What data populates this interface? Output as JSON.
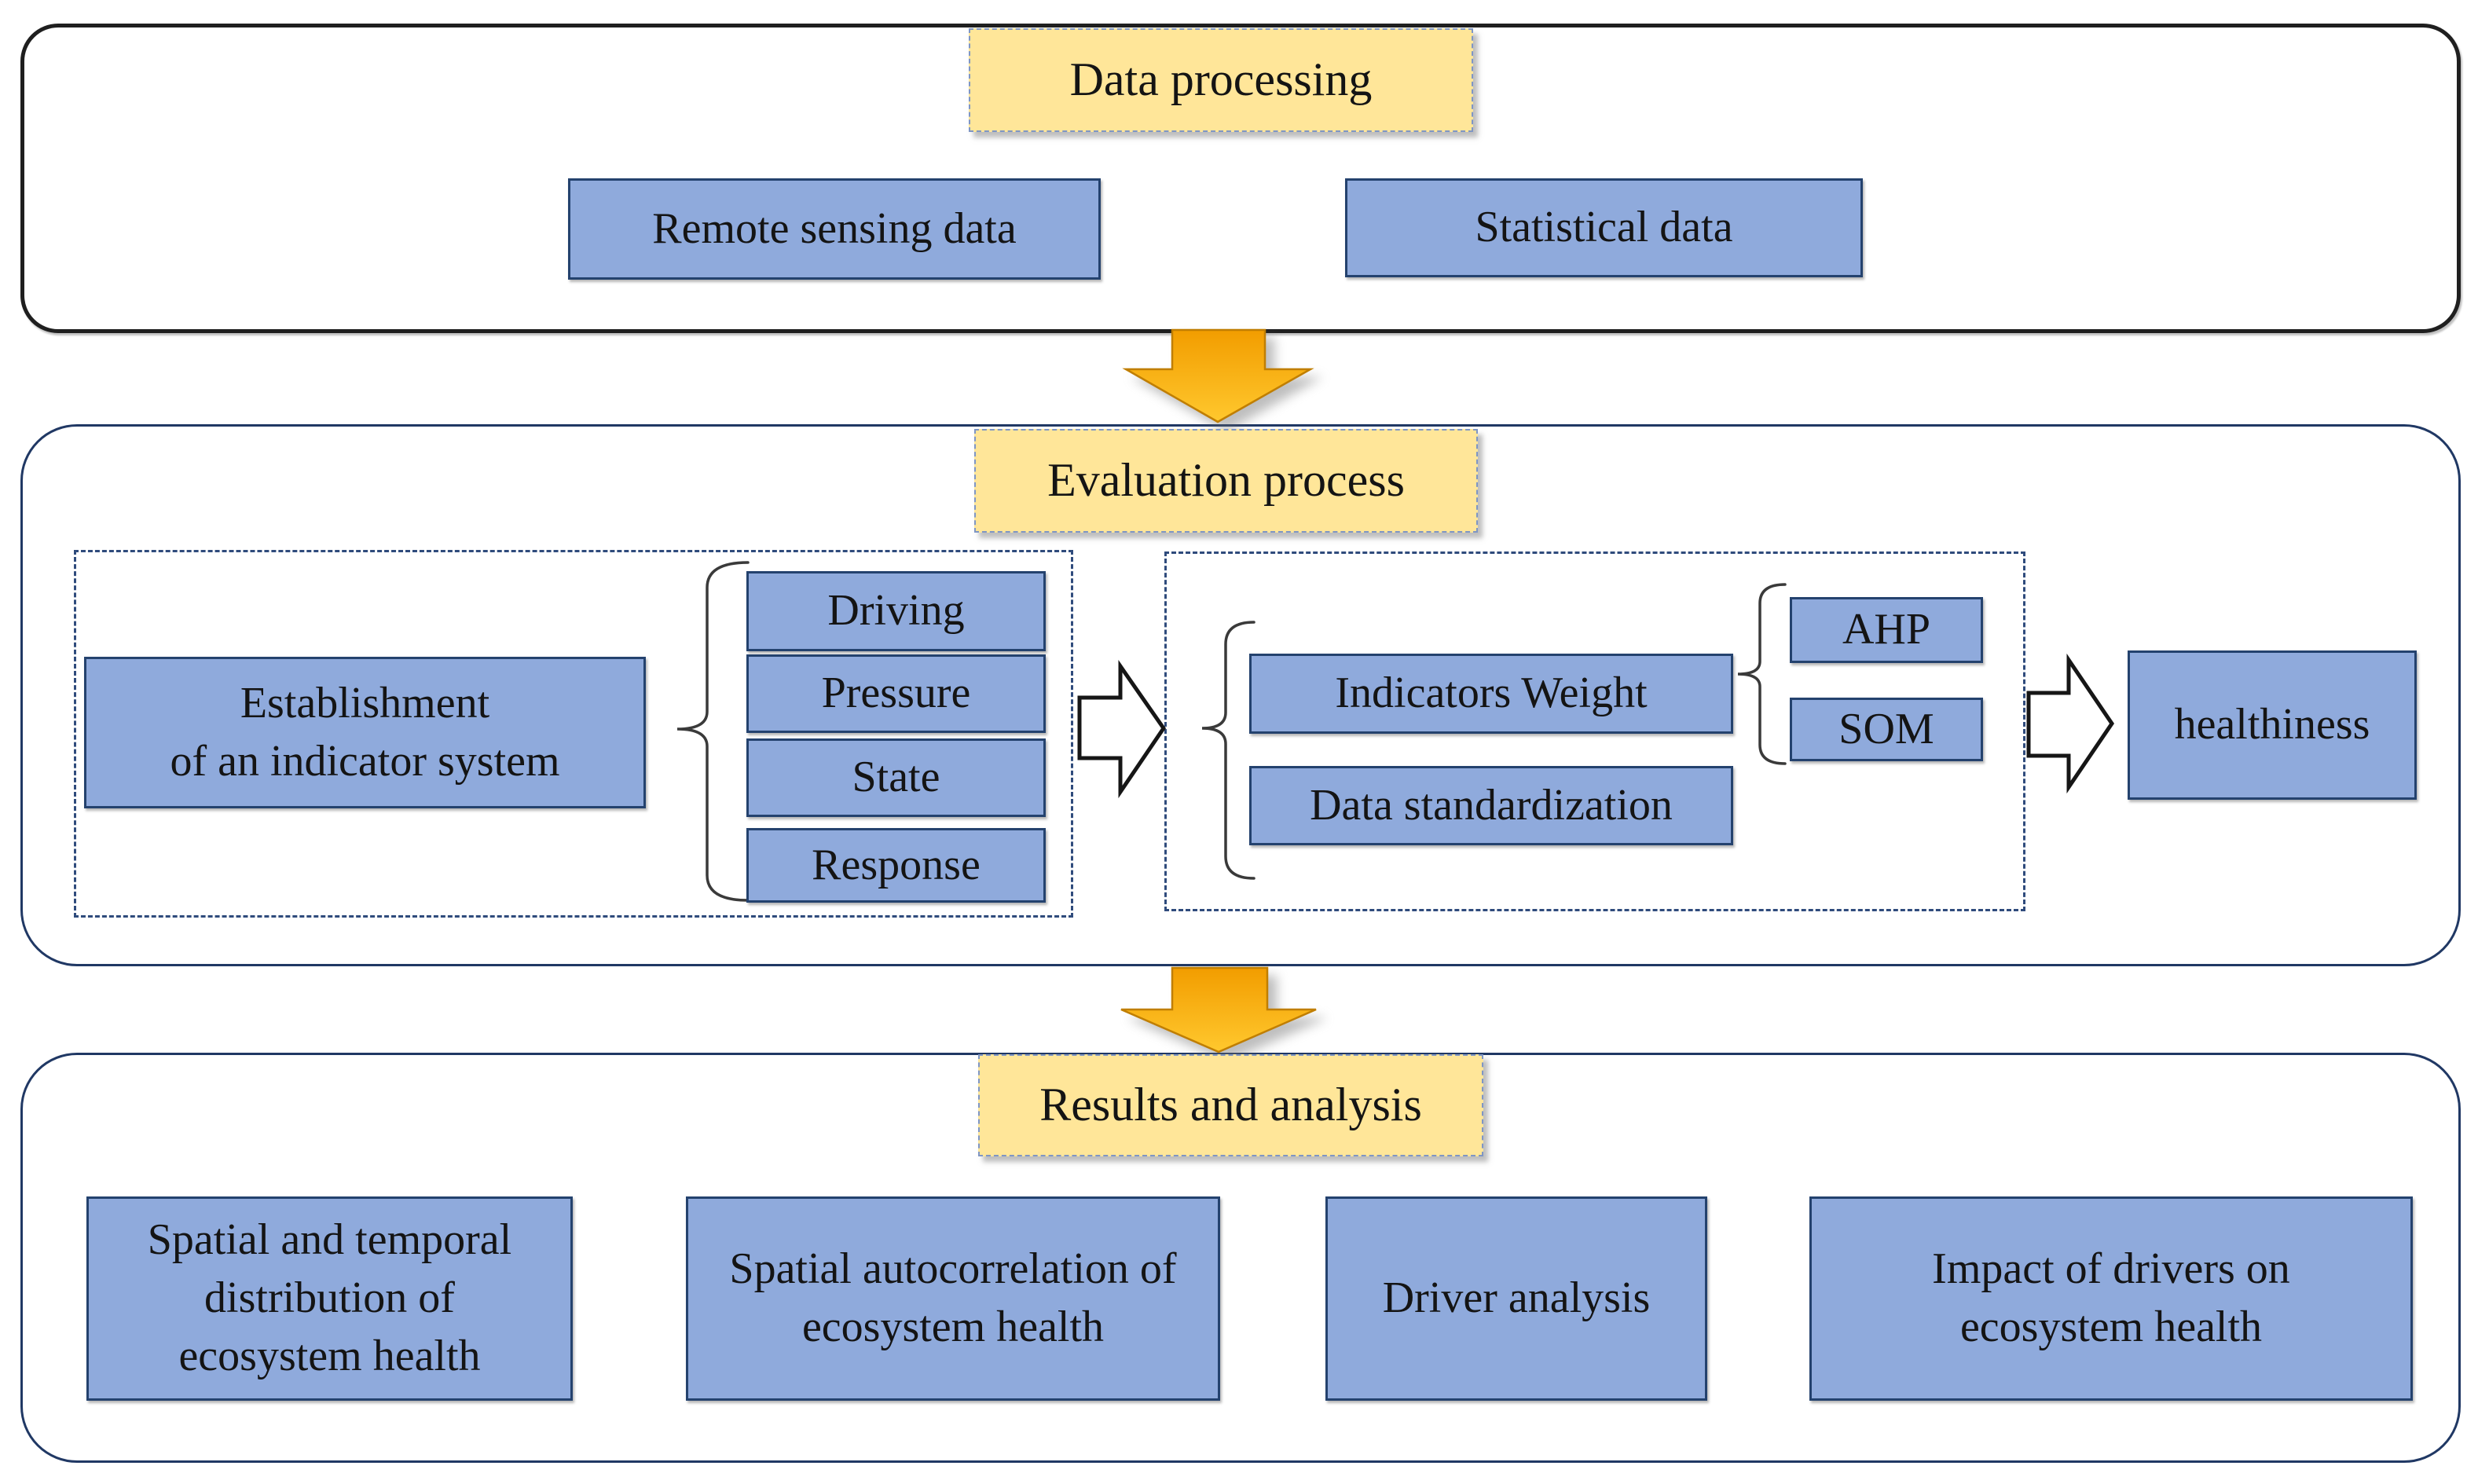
{
  "palette": {
    "box_blue_fill": "#8FAADC",
    "box_blue_border": "#24426E",
    "title_yellow_fill": "#FFE699",
    "title_yellow_border": "#7F96C4",
    "container_top_border": "#1F1F1F",
    "container_navy_border": "#203864",
    "arrow_orange_top": "#F29D00",
    "arrow_orange_bottom": "#FFC82E",
    "arrow_orange_border": "#C07E00",
    "text_color": "#141414"
  },
  "stage1": {
    "title": "Data processing",
    "remote_label": "Remote sensing data",
    "statistical_label": "Statistical data"
  },
  "stage2": {
    "title": "Evaluation process",
    "establishment_label": "Establishment\nof an indicator system",
    "indicators": [
      "Driving",
      "Pressure",
      "State",
      "Response"
    ],
    "weight_label": "Indicators Weight",
    "standardization_label": "Data standardization",
    "methods": [
      "AHP",
      "SOM"
    ],
    "result_label": "healthiness"
  },
  "stage3": {
    "title": "Results and analysis",
    "outputs": [
      "Spatial and temporal\ndistribution of\necosystem health",
      "Spatial autocorrelation of\necosystem health",
      "Driver analysis",
      "Impact of drivers on\necosystem health"
    ]
  }
}
